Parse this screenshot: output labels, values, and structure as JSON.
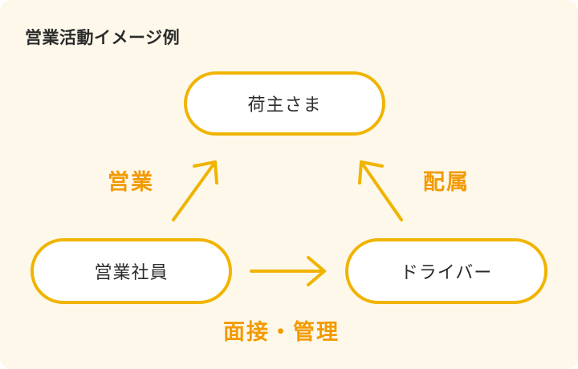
{
  "caption": "営業活動イメージ例",
  "nodes": {
    "shipper": "荷主さま",
    "sales_staff": "営業社員",
    "driver": "ドライバー"
  },
  "edge_labels": {
    "sales": "営業",
    "assignment": "配属",
    "interview_management": "面接・管理"
  },
  "colors": {
    "panel_background": "#fdf8ea",
    "node_border": "#f0b400",
    "arrow": "#f0b400",
    "edge_label": "#f29a00",
    "text": "#2b2b2b"
  }
}
